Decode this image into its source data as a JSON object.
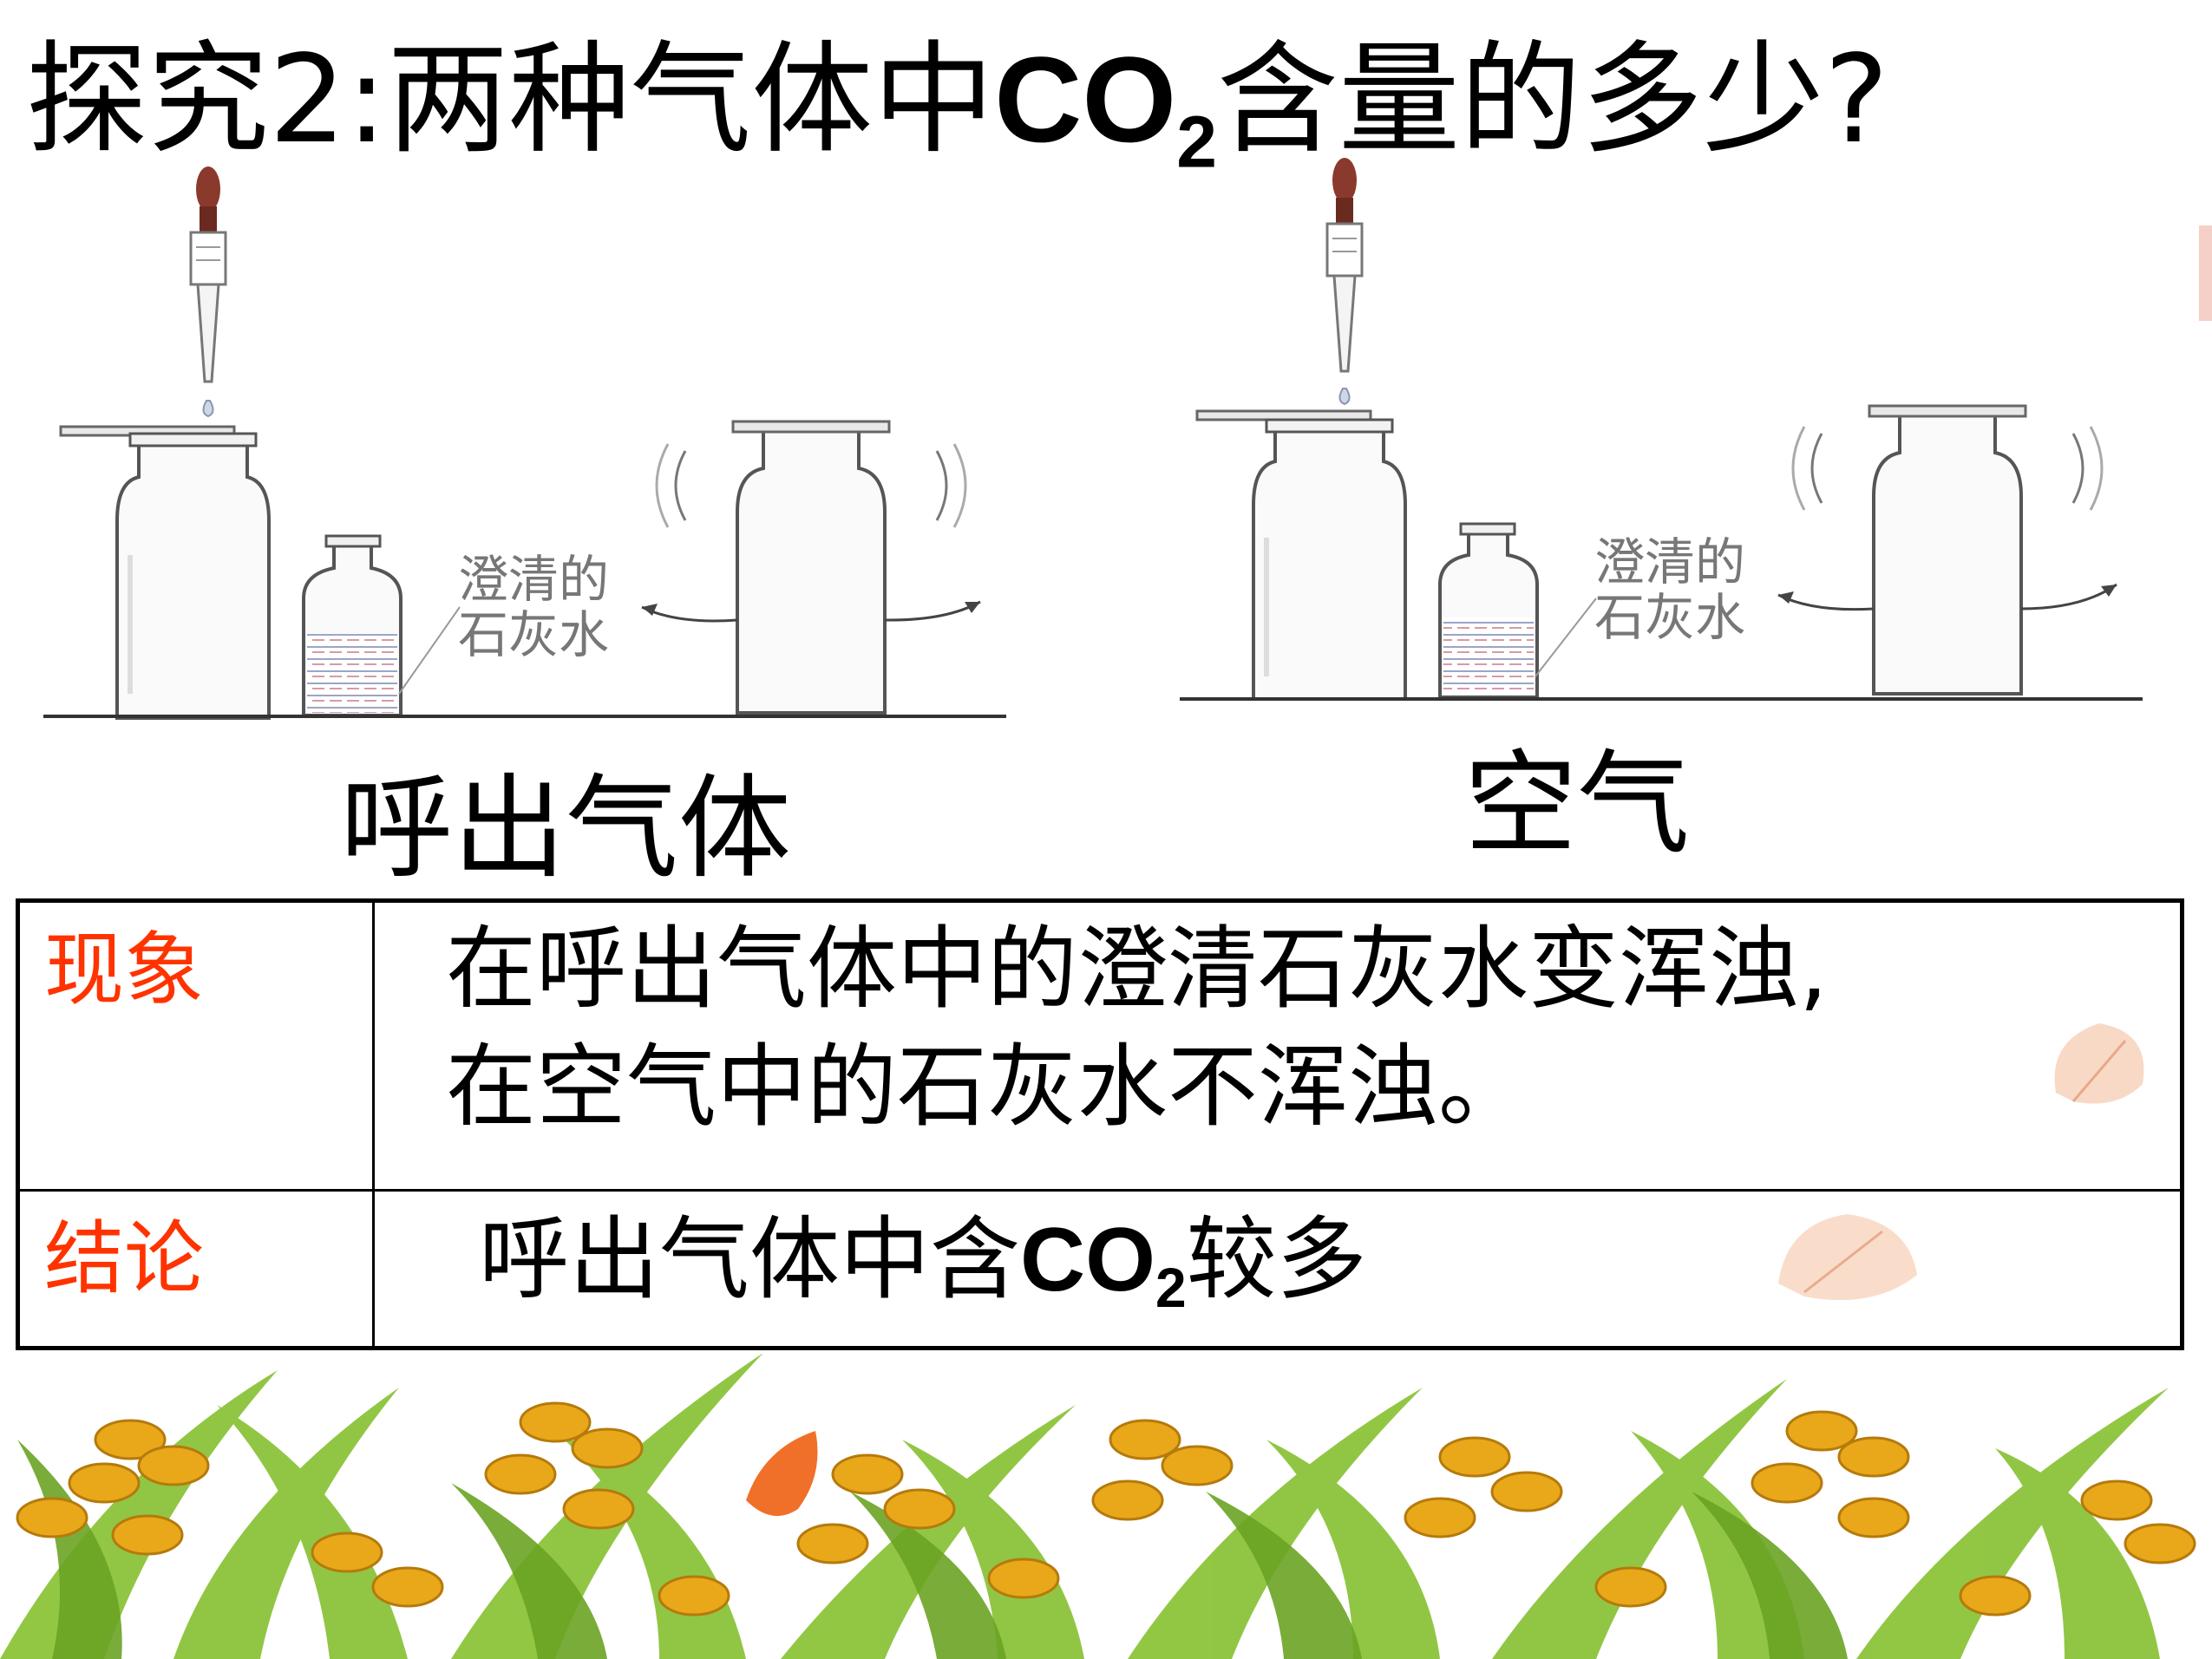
{
  "slide": {
    "title": {
      "prefix": "探究2:两种气体中",
      "formula": "CO",
      "subscript": "2",
      "suffix": "含量的多少?"
    },
    "experiments": [
      {
        "caption": "呼出气体",
        "bottle_label_line1": "澄清的",
        "bottle_label_line2": "石灰水"
      },
      {
        "caption": "空气",
        "bottle_label_line1": "澄清的",
        "bottle_label_line2": "石灰水"
      }
    ],
    "table": {
      "observation_label": "现象",
      "observation_line1": "在呼出气体中的澄清石灰水变浑浊,",
      "observation_line2": "在空气中的石灰水不浑浊。",
      "conclusion_label": "结论",
      "conclusion_prefix": "呼出气体中含",
      "conclusion_formula": "CO",
      "conclusion_subscript": "2",
      "conclusion_suffix": "较多"
    },
    "colors": {
      "label_red": "#ff3300",
      "wheat_gold": "#e8a81a",
      "grass_green": "#7db52a",
      "leaf_orange": "#f0702a"
    },
    "icons": [
      "dropper-icon",
      "bottle-icon",
      "wheat-field-decoration",
      "autumn-leaf-icon"
    ]
  }
}
